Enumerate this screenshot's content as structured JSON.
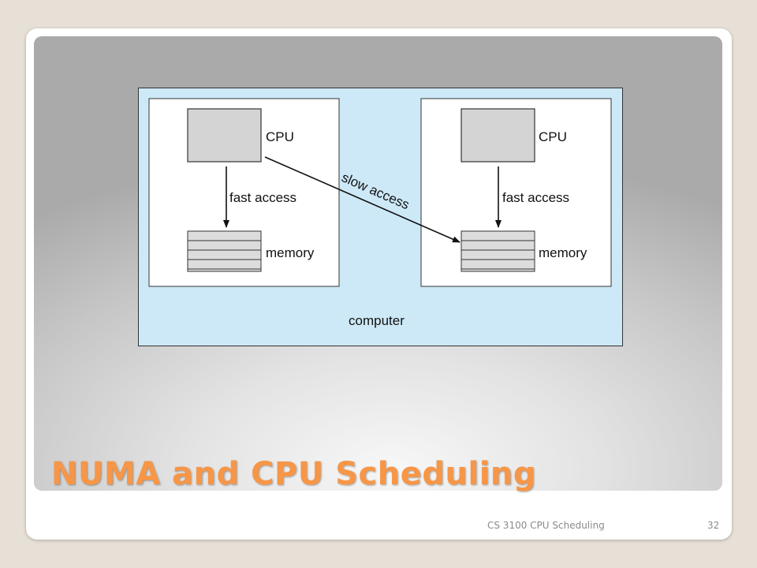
{
  "slide": {
    "title": "NUMA and CPU Scheduling",
    "footer": "CS 3100  CPU Scheduling",
    "page_number": "32"
  },
  "diagram": {
    "computer_label": "computer",
    "nodes": [
      {
        "cpu_label": "CPU",
        "access_label": "fast access",
        "memory_label": "memory"
      },
      {
        "cpu_label": "CPU",
        "access_label": "fast access",
        "memory_label": "memory"
      }
    ],
    "slow_access_label": "slow access",
    "colors": {
      "computer_fill": "#cde9f7",
      "node_fill": "#ffffff",
      "cpu_fill": "#d4d4d4",
      "memory_fill": "#dcdcdc",
      "title_color": "#f79646"
    }
  }
}
